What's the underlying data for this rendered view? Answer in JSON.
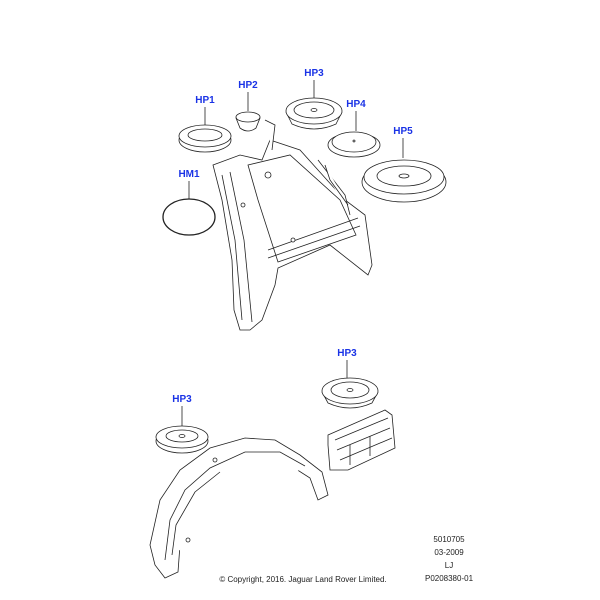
{
  "callouts": [
    {
      "id": "hp1",
      "label": "HP1"
    },
    {
      "id": "hp2",
      "label": "HP2"
    },
    {
      "id": "hp3",
      "label": "HP3"
    },
    {
      "id": "hp4",
      "label": "HP4"
    },
    {
      "id": "hp5",
      "label": "HP5"
    },
    {
      "id": "hm1",
      "label": "HM1"
    },
    {
      "id": "hp3-lower-right",
      "label": "HP3"
    },
    {
      "id": "hp3-lower-left",
      "label": "HP3"
    }
  ],
  "footer": {
    "ref_number": "5010705",
    "date": "03-2009",
    "code": "LJ",
    "illustration_id": "P0208380-01",
    "copyright": "© Copyright, 2016. Jaguar Land Rover Limited."
  },
  "colors": {
    "callout": "#1a33e6",
    "line": "#222222"
  }
}
